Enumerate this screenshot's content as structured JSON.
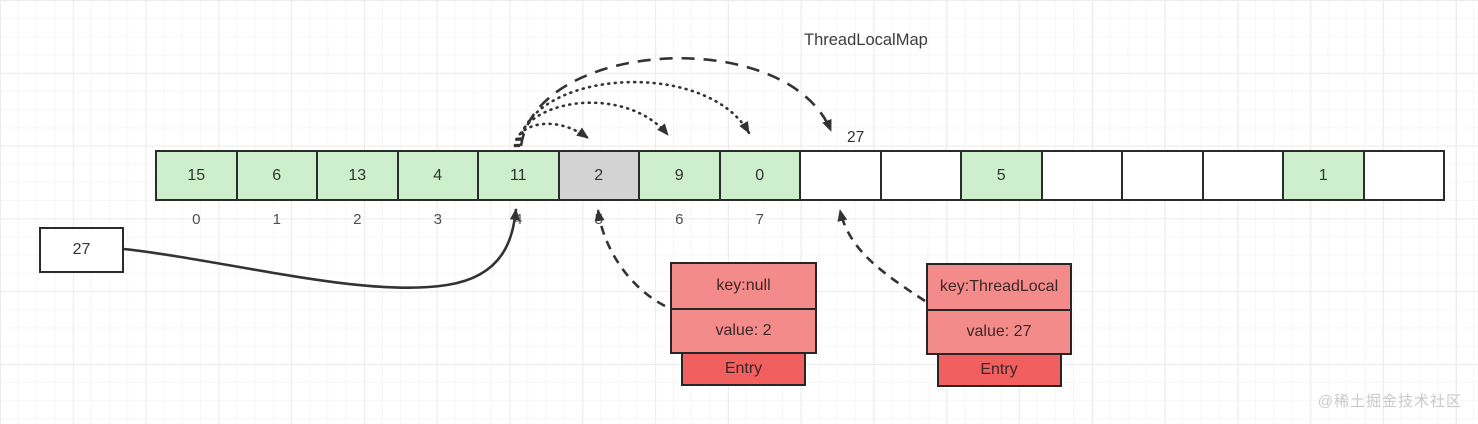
{
  "title": "ThreadLocalMap",
  "watermark": "@稀土掘金技术社区",
  "colors": {
    "cell_green": "#cdefcc",
    "cell_gray": "#d3d3d3",
    "cell_white": "#ffffff",
    "cell_border": "#2b2b2b",
    "entry_light_red": "#f48b8b",
    "entry_dark_red": "#f15f5f",
    "arrow": "#333333"
  },
  "array": {
    "cells": [
      {
        "value": "15",
        "fill": "green"
      },
      {
        "value": "6",
        "fill": "green"
      },
      {
        "value": "13",
        "fill": "green"
      },
      {
        "value": "4",
        "fill": "green"
      },
      {
        "value": "11",
        "fill": "green"
      },
      {
        "value": "2",
        "fill": "gray"
      },
      {
        "value": "9",
        "fill": "green"
      },
      {
        "value": "0",
        "fill": "green"
      },
      {
        "value": "",
        "fill": "white"
      },
      {
        "value": "",
        "fill": "white"
      },
      {
        "value": "5",
        "fill": "green"
      },
      {
        "value": "",
        "fill": "white"
      },
      {
        "value": "",
        "fill": "white"
      },
      {
        "value": "",
        "fill": "white"
      },
      {
        "value": "1",
        "fill": "green"
      },
      {
        "value": "",
        "fill": "white"
      }
    ],
    "index_labels": [
      "0",
      "1",
      "2",
      "3",
      "4",
      "5",
      "6",
      "7"
    ]
  },
  "probe": {
    "from_index": 4,
    "target_indexes": [
      5,
      6,
      7,
      8
    ],
    "landing_label": "27"
  },
  "value_box": {
    "label": "27"
  },
  "entries": [
    {
      "key": "key:null",
      "value": "value: 2",
      "footer": "Entry",
      "points_to_index": 5
    },
    {
      "key": "key:ThreadLocal",
      "value": "value: 27",
      "footer": "Entry",
      "points_to_index": 8
    }
  ]
}
